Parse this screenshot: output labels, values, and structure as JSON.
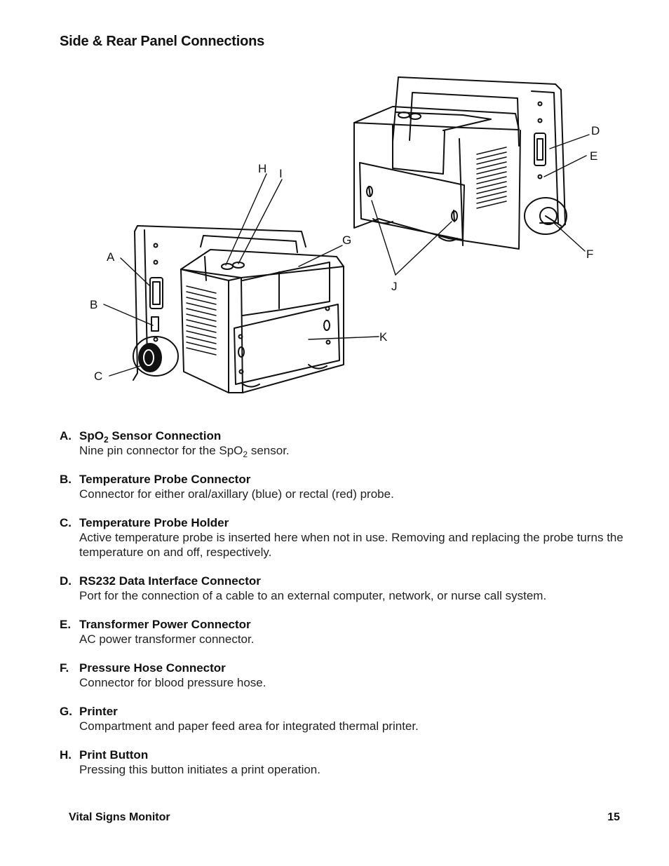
{
  "page_title": "Side & Rear Panel Connections",
  "figure": {
    "callouts": [
      "A",
      "B",
      "C",
      "D",
      "E",
      "F",
      "G",
      "H",
      "I",
      "J",
      "K"
    ]
  },
  "items": [
    {
      "letter": "A.",
      "title_pre": "SpO",
      "title_sub": "2",
      "title_post": " Sensor Connection",
      "desc_pre": "Nine pin connector for the SpO",
      "desc_sub": "2",
      "desc_post": " sensor."
    },
    {
      "letter": "B.",
      "title": "Temperature Probe Connector",
      "desc": "Connector for either oral/axillary (blue) or rectal (red) probe."
    },
    {
      "letter": "C.",
      "title": "Temperature Probe Holder",
      "desc": "Active temperature probe is inserted here when not in use.  Removing and replacing the probe turns the temperature on and off, respectively."
    },
    {
      "letter": "D.",
      "title": "RS232 Data Interface Connector",
      "desc": "Port for the connection of a cable to an external computer, network, or nurse call system."
    },
    {
      "letter": "E.",
      "title": "Transformer Power Connector",
      "desc": "AC power transformer connector."
    },
    {
      "letter": "F.",
      "title": "Pressure Hose Connector",
      "desc": "Connector for blood pressure hose."
    },
    {
      "letter": "G.",
      "title": "Printer",
      "desc": "Compartment and paper feed area for integrated thermal printer."
    },
    {
      "letter": "H.",
      "title": "Print Button",
      "desc": "Pressing this button initiates a print operation."
    }
  ],
  "footer": {
    "doc_title": "Vital Signs Monitor",
    "page_number": "15"
  }
}
